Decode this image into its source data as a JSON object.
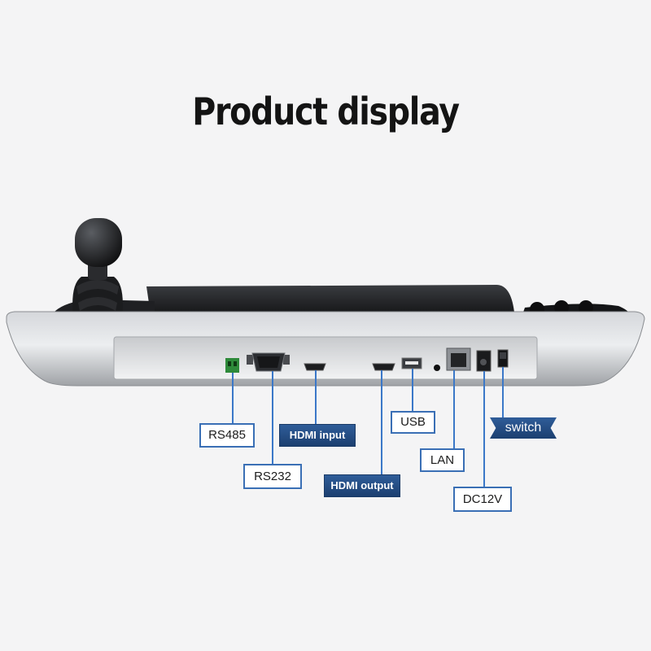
{
  "page": {
    "title": "Product display"
  },
  "ports": [
    {
      "id": "rs485",
      "label": "RS485"
    },
    {
      "id": "rs232",
      "label": "RS232"
    },
    {
      "id": "hdmi-input",
      "label": "HDMI input"
    },
    {
      "id": "hdmi-output",
      "label": "HDMI output"
    },
    {
      "id": "usb",
      "label": "USB"
    },
    {
      "id": "lan",
      "label": "LAN"
    },
    {
      "id": "dc12v",
      "label": "DC12V"
    },
    {
      "id": "switch",
      "label": "switch"
    }
  ],
  "colors": {
    "background": "#f4f4f5",
    "leader_line": "#3b78c8",
    "label_border": "#3a6fb5",
    "label_dark": "#1f4576",
    "title": "#141414"
  }
}
